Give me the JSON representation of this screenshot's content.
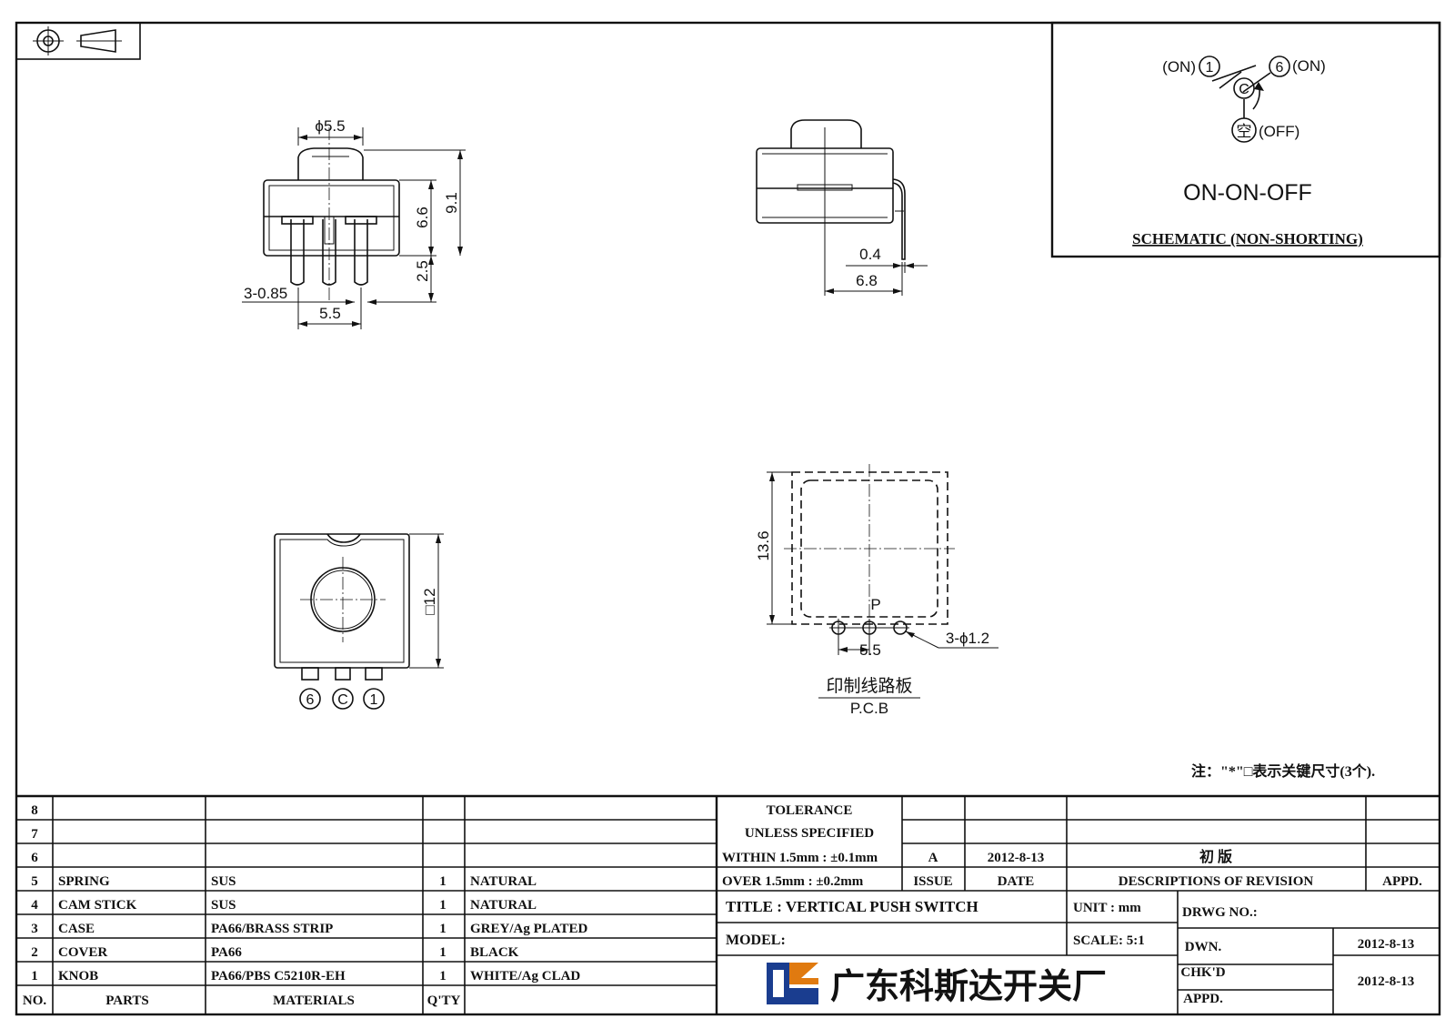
{
  "schematic": {
    "labels": {
      "pin1": "1",
      "pin6": "6",
      "common": "C",
      "off_glyph": "空",
      "pin1_state": "(ON)",
      "pin6_state": "(ON)",
      "off_state": "(OFF)"
    },
    "function": "ON-ON-OFF",
    "caption": "SCHEMATIC (NON-SHORTING)"
  },
  "front_view": {
    "dia_label": "ϕ5.5",
    "height_body": "6.6",
    "height_total": "9.1",
    "pin_length": "2.5",
    "pin_width": "3-0.85",
    "pin_pitch": "5.5"
  },
  "side_view": {
    "pin_thickness": "0.4",
    "pin_offset": "6.8"
  },
  "top_view": {
    "size_label": "□12",
    "pin_labels": [
      "6",
      "C",
      "1"
    ]
  },
  "pcb_view": {
    "height": "13.6",
    "pin_mark": "P",
    "hole_label": "3-ϕ1.2",
    "pitch": "5.5",
    "caption_cn": "印制线路板",
    "caption_en": "P.C.B"
  },
  "note": "注：\"*\"□表示关键尺寸(3个).",
  "bom": {
    "rows": [
      {
        "no": "8",
        "part": "",
        "material": "",
        "qty": "",
        "finish": ""
      },
      {
        "no": "7",
        "part": "",
        "material": "",
        "qty": "",
        "finish": ""
      },
      {
        "no": "6",
        "part": "",
        "material": "",
        "qty": "",
        "finish": ""
      },
      {
        "no": "5",
        "part": "SPRING",
        "material": "SUS",
        "qty": "1",
        "finish": "NATURAL"
      },
      {
        "no": "4",
        "part": "CAM STICK",
        "material": "SUS",
        "qty": "1",
        "finish": "NATURAL"
      },
      {
        "no": "3",
        "part": "CASE",
        "material": "PA66/BRASS STRIP",
        "qty": "1",
        "finish": "GREY/Ag PLATED"
      },
      {
        "no": "2",
        "part": "COVER",
        "material": "PA66",
        "qty": "1",
        "finish": "BLACK"
      },
      {
        "no": "1",
        "part": "KNOB",
        "material": "PA66/PBS C5210R-EH",
        "qty": "1",
        "finish": "WHITE/Ag CLAD"
      }
    ],
    "headers": {
      "no": "NO.",
      "part": "PARTS",
      "material": "MATERIALS",
      "qty": "Q'TY"
    }
  },
  "tolerance": {
    "title1": "TOLERANCE",
    "title2": "UNLESS  SPECIFIED",
    "within": "WITHIN 1.5mm : ±0.1mm",
    "over": "OVER 1.5mm : ±0.2mm"
  },
  "revision": {
    "issue": "A",
    "date": "2012-8-13",
    "description": "初 版",
    "headers": {
      "issue": "ISSUE",
      "date": "DATE",
      "description": "DESCRIPTIONS OF REVISION",
      "appd": "APPD."
    }
  },
  "title_block": {
    "title": "TITLE :  VERTICAL PUSH SWITCH",
    "unit": "UNIT :  mm",
    "drwg_no": "DRWG NO.:",
    "model": "MODEL:",
    "scale": "SCALE:  5:1",
    "dwn": "DWN.",
    "dwn_date": "2012-8-13",
    "chkd": "CHK'D",
    "chkd_date": "2012-8-13",
    "appd": "APPD.",
    "company": "广东科斯达开关厂"
  },
  "colors": {
    "logo_blue": "#1a3d8f",
    "logo_orange": "#e07a10",
    "ink": "#111111"
  }
}
